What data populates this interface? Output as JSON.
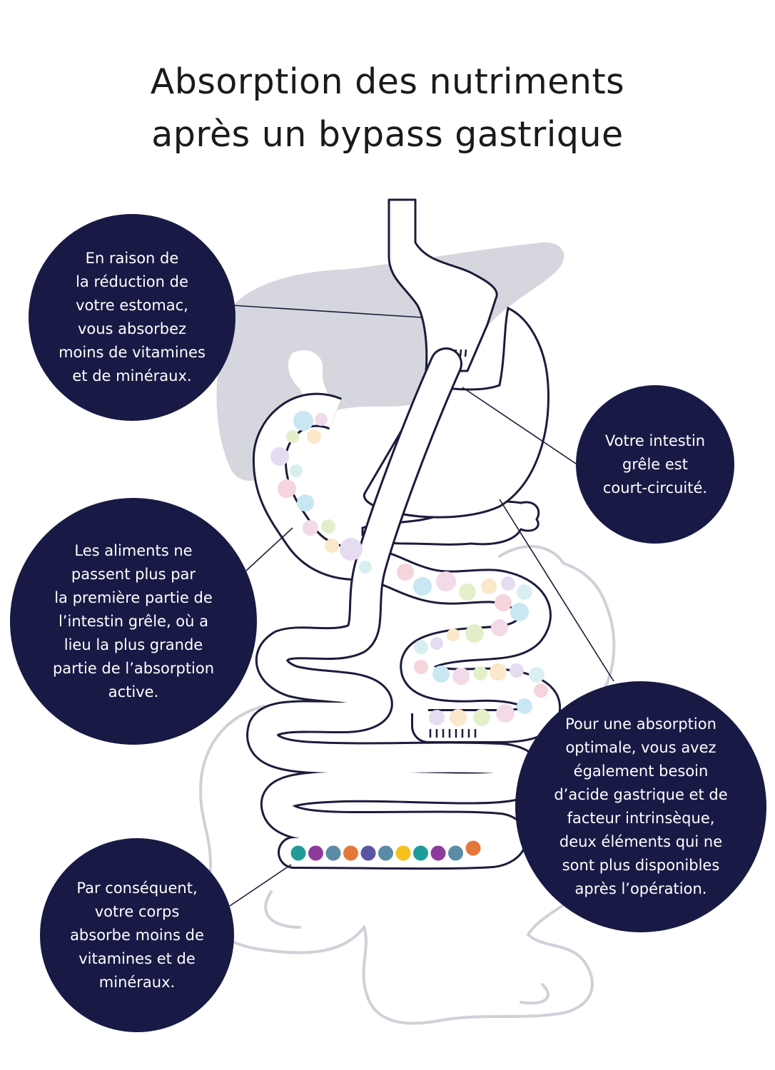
{
  "title": {
    "line1": "Absorption des nutriments",
    "line2": "après un bypass gastrique"
  },
  "callouts": {
    "stomach": [
      "En raison de",
      "la réduction de",
      "votre estomac,",
      "vous absorbez",
      "moins de vitamines",
      "et de minéraux."
    ],
    "bypass": [
      "Votre intestin",
      "grêle est",
      "court-circuité."
    ],
    "duodenum": [
      "Les aliments ne",
      "passent plus par",
      "la première partie de",
      "l’intestin grêle, où a",
      "lieu la plus grande",
      "partie de l’absorption",
      "active."
    ],
    "acid": [
      "Pour une absorption",
      "optimale, vous avez",
      "également besoin",
      "d’acide gastrique et de",
      "facteur intrinsèque,",
      "deux éléments qui ne",
      "sont plus disponibles",
      "après l’opération."
    ],
    "result": [
      "Par conséquent,",
      "votre corps",
      "absorbe moins de",
      "vitamines et de",
      "minéraux."
    ]
  },
  "colors": {
    "bubble": "#181a45",
    "outline": "#1c1c3c",
    "liver": "#d6d7de",
    "colon_outline": "#cfd0d8",
    "nutrients_faded": [
      "#c9e6f3",
      "#f3dae8",
      "#e3efc8",
      "#fbe7c9",
      "#e5dcf1",
      "#d9eef1",
      "#f6d4dc"
    ],
    "nutrients_vivid": [
      "#1f9b9a",
      "#8e3a9c",
      "#5b8ba6",
      "#e4783a",
      "#5b56a3",
      "#5b8ba6",
      "#f4c21b",
      "#1f9b9a",
      "#8e3a9c",
      "#5b8ba6",
      "#e4783a"
    ]
  }
}
